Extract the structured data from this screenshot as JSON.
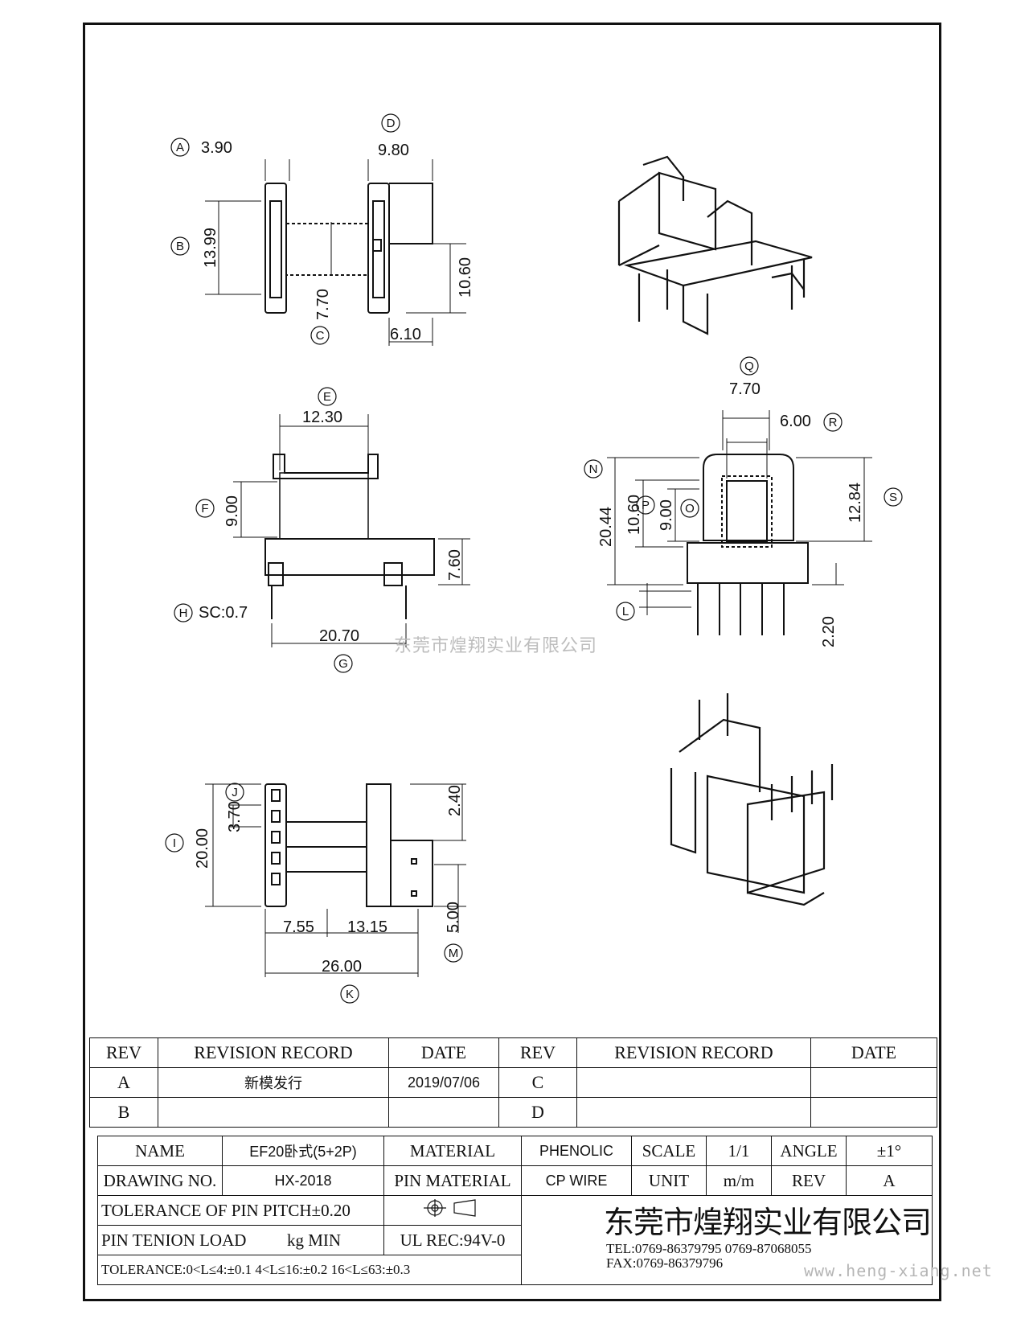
{
  "watermark_center": "东莞市煌翔实业有限公司",
  "watermark_url": "www.heng-xiang.net",
  "dimensions": {
    "A": {
      "letter": "A",
      "value": "3.90"
    },
    "B": {
      "letter": "B",
      "value": "13.99"
    },
    "C": {
      "letter": "C",
      "value": "7.70"
    },
    "D": {
      "letter": "D",
      "value": "9.80"
    },
    "D2": {
      "value": "10.60"
    },
    "D3": {
      "value": "6.10"
    },
    "E": {
      "letter": "E",
      "value": "12.30"
    },
    "F": {
      "letter": "F",
      "value": "9.00"
    },
    "F2": {
      "value": "7.60"
    },
    "G": {
      "letter": "G",
      "value": "20.70"
    },
    "H": {
      "letter": "H",
      "value": "SC:0.7"
    },
    "Q": {
      "letter": "Q",
      "value": "7.70"
    },
    "R": {
      "letter": "R",
      "value": "6.00"
    },
    "N": {
      "letter": "N",
      "value": "20.44"
    },
    "P": {
      "letter": "P",
      "value": "10.60"
    },
    "O": {
      "letter": "O",
      "value": "9.00"
    },
    "S": {
      "letter": "S",
      "value": "12.84"
    },
    "L": {
      "letter": "L",
      "value": "2.20"
    },
    "I": {
      "letter": "I",
      "value": "20.00"
    },
    "J": {
      "letter": "J",
      "value": "3.70"
    },
    "J2": {
      "value": "2.40"
    },
    "M": {
      "letter": "M",
      "value": "5.00"
    },
    "K": {
      "letter": "K",
      "value": "26.00"
    },
    "K2": {
      "value": "7.55"
    },
    "K3": {
      "value": "13.15"
    }
  },
  "revision_table": {
    "headers": [
      "REV",
      "REVISION RECORD",
      "DATE",
      "REV",
      "REVISION RECORD",
      "DATE"
    ],
    "rows": [
      {
        "rev_a": "A",
        "record_a": "新模发行",
        "date_a": "2019/07/06",
        "rev_b": "C",
        "record_b": "",
        "date_b": ""
      },
      {
        "rev_a": "B",
        "record_a": "",
        "date_a": "",
        "rev_b": "D",
        "record_b": "",
        "date_b": ""
      }
    ]
  },
  "title_block": {
    "name_label": "NAME",
    "name_value": "EF20卧式(5+2P)",
    "material_label": "MATERIAL",
    "material_value": "PHENOLIC",
    "scale_label": "SCALE",
    "scale_value": "1/1",
    "angle_label": "ANGLE",
    "angle_value": "±1°",
    "drawing_no_label": "DRAWING NO.",
    "drawing_no_value": "HX-2018",
    "pin_material_label": "PIN MATERIAL",
    "pin_material_value": "CP WIRE",
    "unit_label": "UNIT",
    "unit_value": "m/m",
    "rev_label": "REV",
    "rev_value": "A",
    "tolerance_pitch": "TOLERANCE OF PIN PITCH±0.20",
    "pin_tenion_label": "PIN TENION LOAD",
    "pin_tenion_unit": "kg MIN",
    "ul_rec": "UL REC:94V-0",
    "tolerance_line": "TOLERANCE:0<L≤4:±0.1  4<L≤16:±0.2  16<L≤63:±0.3",
    "company_name": "东莞市煌翔实业有限公司",
    "company_tel": "TEL:0769-86379795    0769-87068055",
    "company_fax": "FAX:0769-86379796"
  }
}
